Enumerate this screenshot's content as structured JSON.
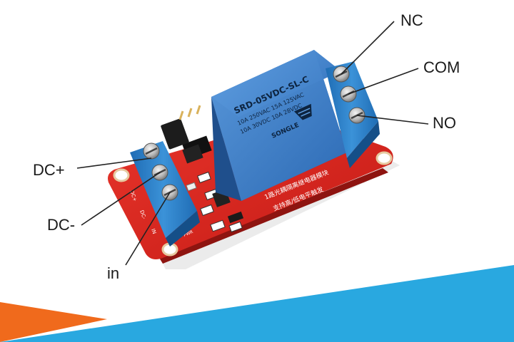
{
  "labels": {
    "nc": "NC",
    "com": "COM",
    "no": "NO",
    "dc_plus": "DC+",
    "dc_minus": "DC-",
    "in": "in"
  },
  "relay": {
    "model": "SRD-05VDC-SL-C",
    "brand": "SONGLE",
    "ratings": [
      "10A 250VAC 15A 125VAC",
      "10A 30VDC 10A 28VDC"
    ]
  },
  "board": {
    "chinese_line_1": "1路光耦隔离继电器模块",
    "chinese_line_2": "支持高/低电平触发",
    "pin_labels": [
      "DC+",
      "DC-",
      "IN"
    ],
    "pwr_label": "PWR"
  },
  "colors": {
    "pcb": "#d6201b",
    "relay": "#2f72c0",
    "terminal": "#2a7fc8",
    "banner_orange": "#f06a1c",
    "banner_blue": "#29a8e0",
    "text": "#1a1a1a"
  }
}
